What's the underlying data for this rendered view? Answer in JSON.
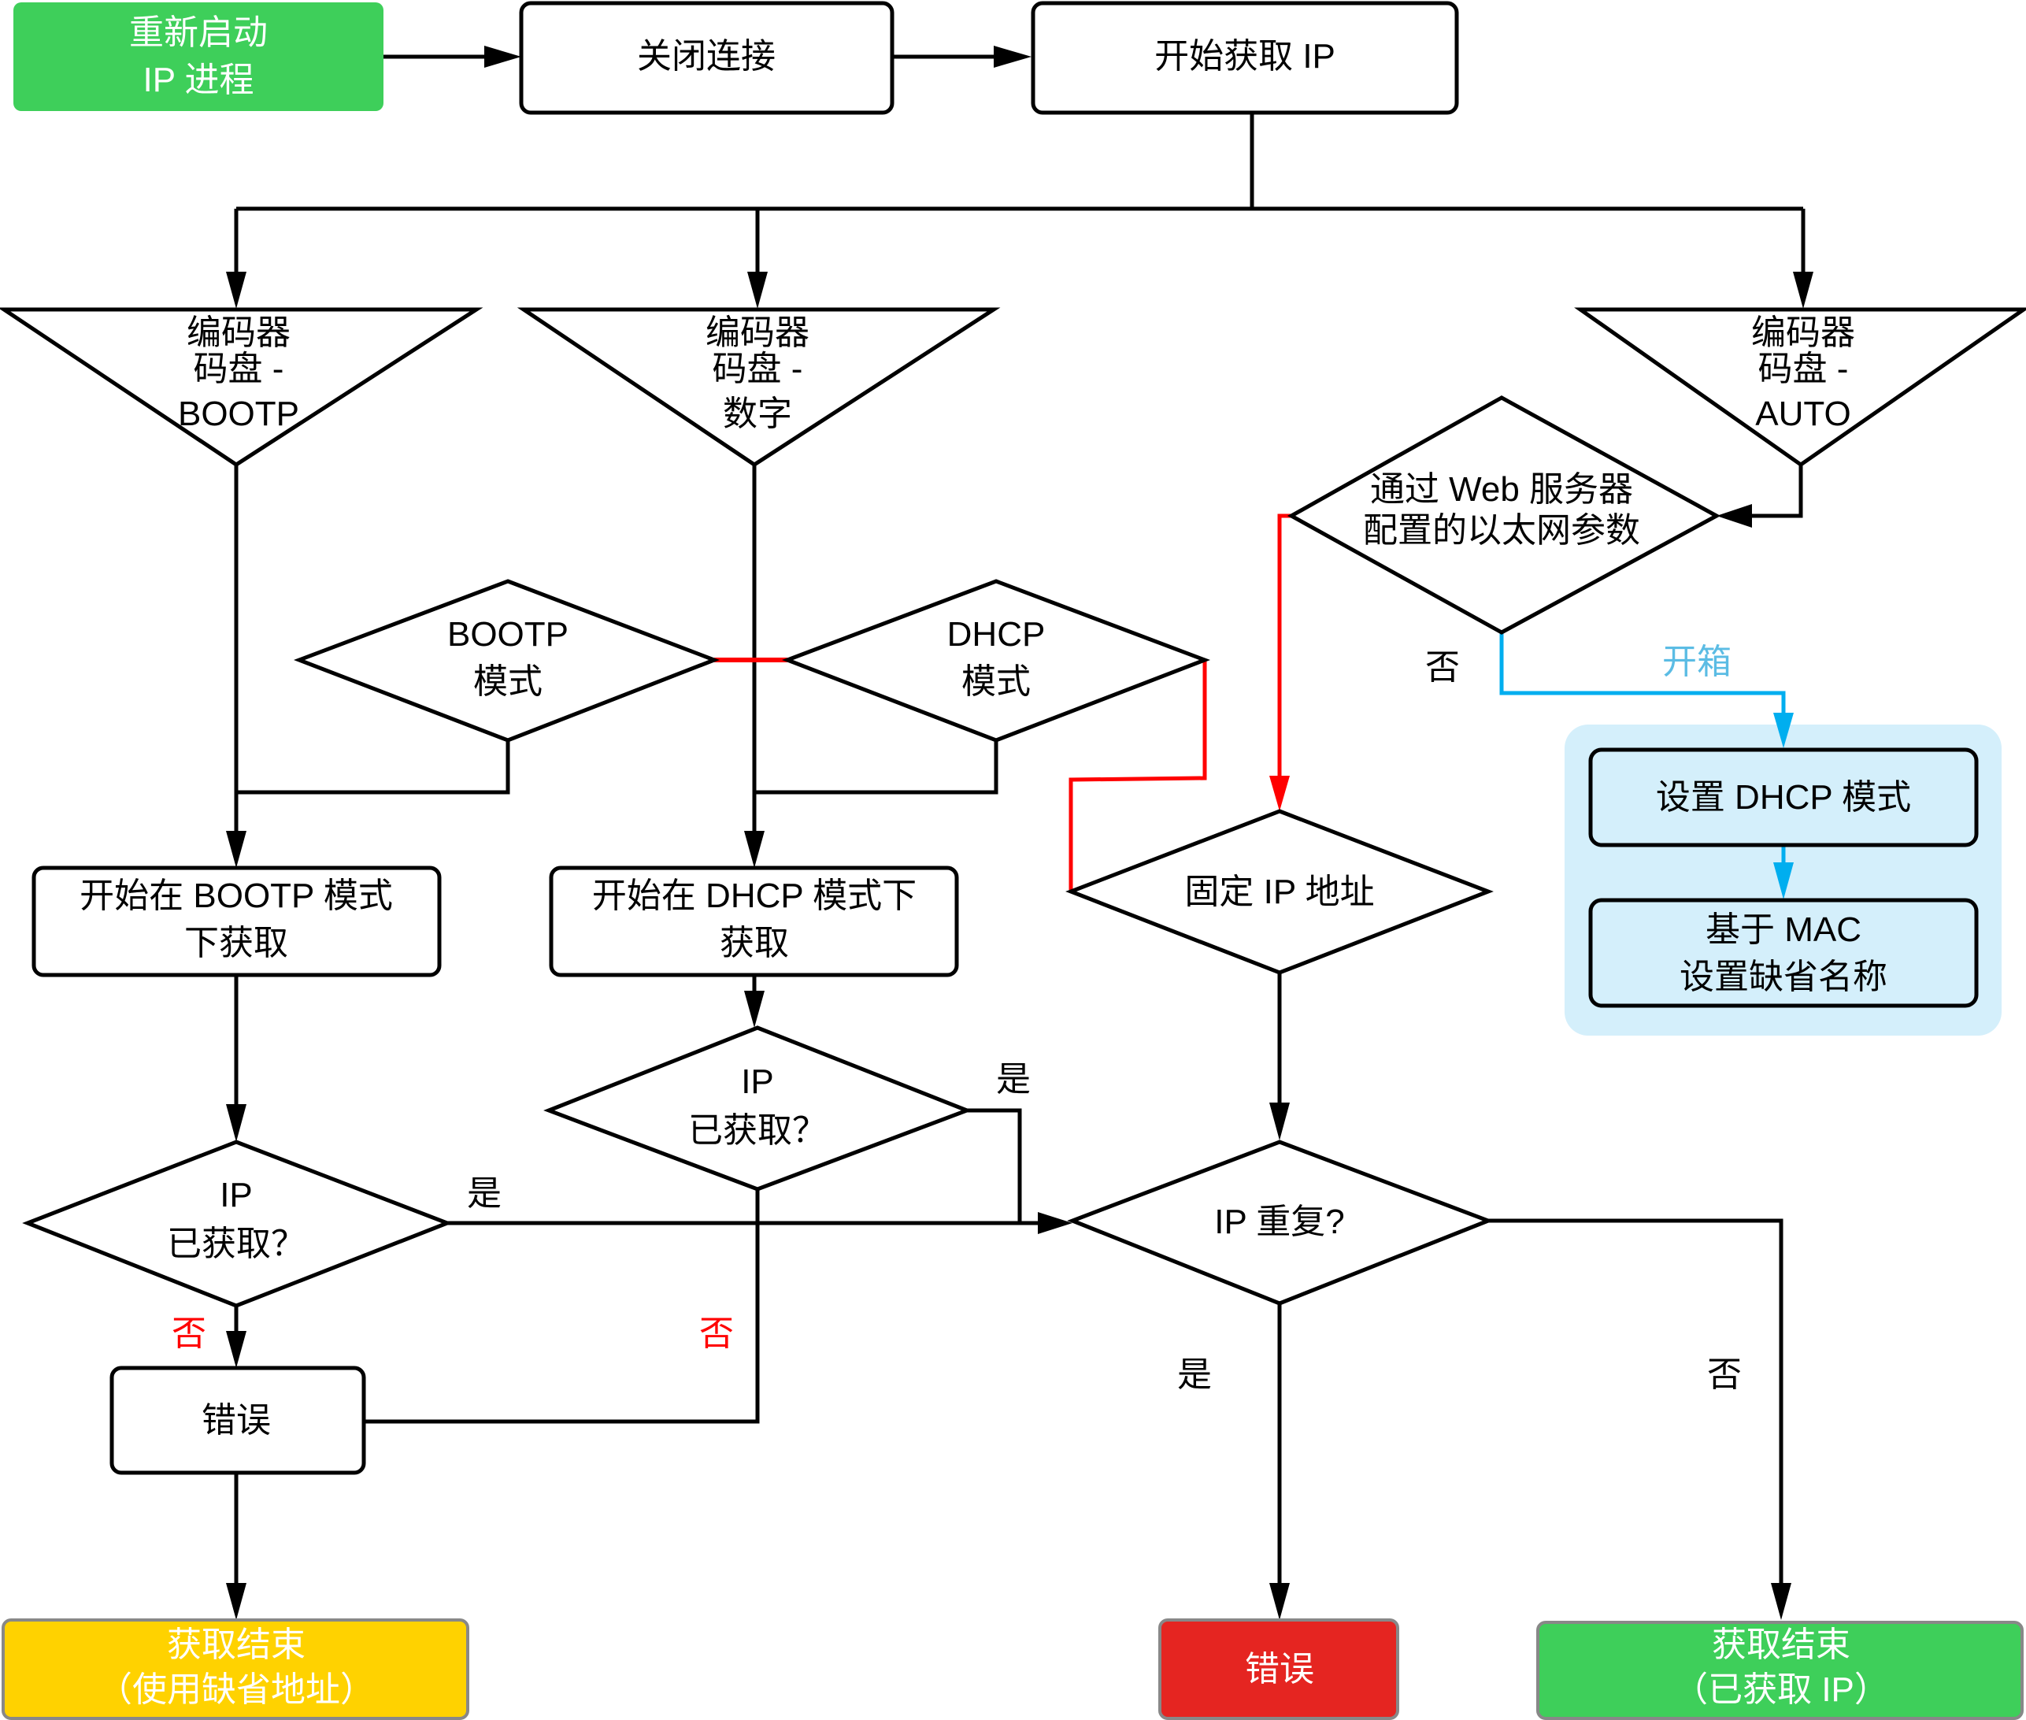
{
  "title": "IP 获取流程",
  "nodes": {
    "restart": {
      "lines": [
        "重新启动",
        "IP 进程"
      ],
      "color": "#3ecf5a"
    },
    "close_conn": {
      "lines": [
        "关闭连接"
      ]
    },
    "start_get_ip": {
      "lines": [
        "开始获取 IP"
      ]
    },
    "dial_bootp": {
      "lines": [
        "编码器",
        "码盘 -",
        "BOOTP"
      ]
    },
    "dial_digit": {
      "lines": [
        "编码器",
        "码盘 -",
        "数字"
      ]
    },
    "dial_auto": {
      "lines": [
        "编码器",
        "码盘 -",
        "AUTO"
      ]
    },
    "web_config": {
      "lines": [
        "通过 Web 服务器",
        "配置的以太网参数"
      ]
    },
    "bootp_mode": {
      "lines": [
        "BOOTP",
        "模式"
      ]
    },
    "dhcp_mode": {
      "lines": [
        "DHCP",
        "模式"
      ]
    },
    "start_bootp": {
      "lines": [
        "开始在 BOOTP 模式",
        "下获取"
      ]
    },
    "start_dhcp": {
      "lines": [
        "开始在 DHCP 模式下",
        "获取"
      ]
    },
    "fixed_ip": {
      "lines": [
        "固定 IP 地址"
      ]
    },
    "set_dhcp": {
      "lines": [
        "设置 DHCP 模式"
      ]
    },
    "default_name": {
      "lines": [
        "基于 MAC",
        "设置缺省名称"
      ]
    },
    "ip_got_left": {
      "lines": [
        "IP",
        "已获取？"
      ]
    },
    "ip_got_mid": {
      "lines": [
        "IP",
        "已获取？"
      ]
    },
    "ip_dup": {
      "lines": [
        "IP 重复?"
      ]
    },
    "error_box": {
      "lines": [
        "错误"
      ]
    },
    "end_default": {
      "lines": [
        "获取结束",
        "（使用缺省地址）"
      ],
      "color": "#ffd200"
    },
    "end_error": {
      "lines": [
        "错误"
      ],
      "color": "#e52521"
    },
    "end_ok": {
      "lines": [
        "获取结束",
        "（已获取 IP）"
      ],
      "color": "#3ecf5a"
    }
  },
  "labels": {
    "no_web": "否",
    "unbox": "开箱",
    "yes_mid": "是",
    "yes_left": "是",
    "no_left": "否",
    "no_mid": "否",
    "yes_dup": "是",
    "no_dup": "否"
  },
  "colors": {
    "green": "#3ecf5a",
    "yellow": "#ffd200",
    "red": "#e52521",
    "red_line": "#ff0000",
    "blue_line": "#00aeef",
    "blue_group": "#d4effb"
  }
}
